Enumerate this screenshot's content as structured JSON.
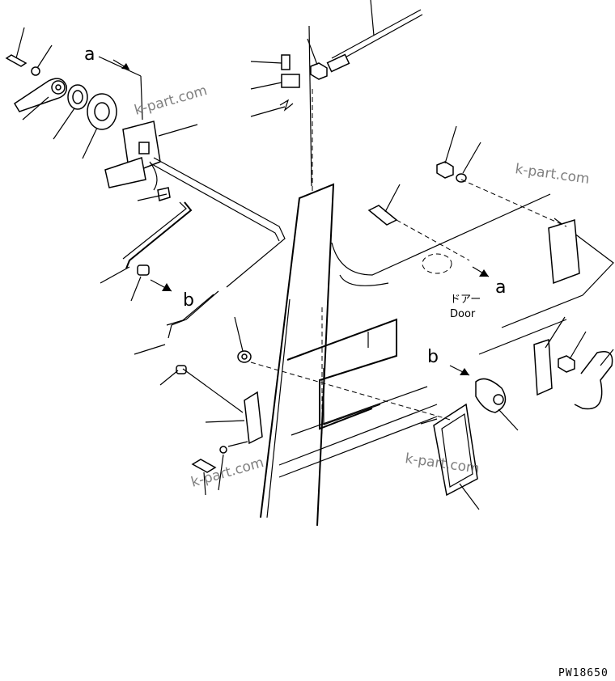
{
  "labels": {
    "a_top": "a",
    "a_right": "a",
    "b_left": "b",
    "b_right": "b"
  },
  "door_label": {
    "japanese": "ドアー",
    "english": "Door"
  },
  "watermarks": [
    "k-part.com",
    "k-part.com",
    "k-part.com",
    "k-part.com"
  ],
  "drawing_code": "PW18650"
}
